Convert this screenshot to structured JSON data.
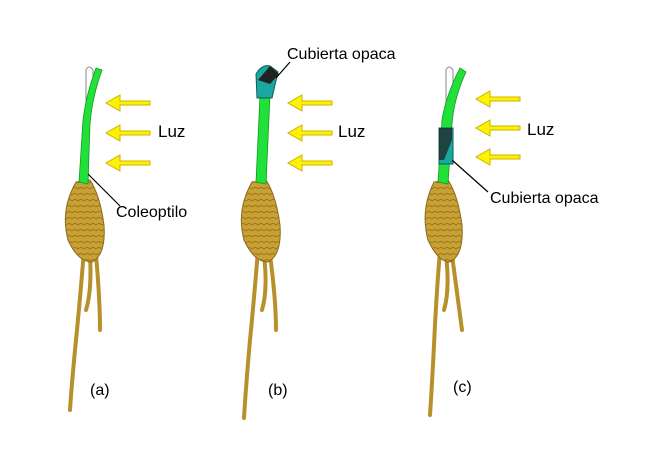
{
  "labels": {
    "light": "Luz",
    "coleoptile": "Coleoptilo",
    "opaque_cover": "Cubierta opaca"
  },
  "panels": [
    {
      "id": "a",
      "caption": "(a)"
    },
    {
      "id": "b",
      "caption": "(b)"
    },
    {
      "id": "c",
      "caption": "(c)"
    }
  ],
  "colors": {
    "coleoptile": "#22e03a",
    "seed": "#c9a033",
    "root": "#b8902a",
    "arrow": "#fff200",
    "cover": "#1aa7a0"
  }
}
